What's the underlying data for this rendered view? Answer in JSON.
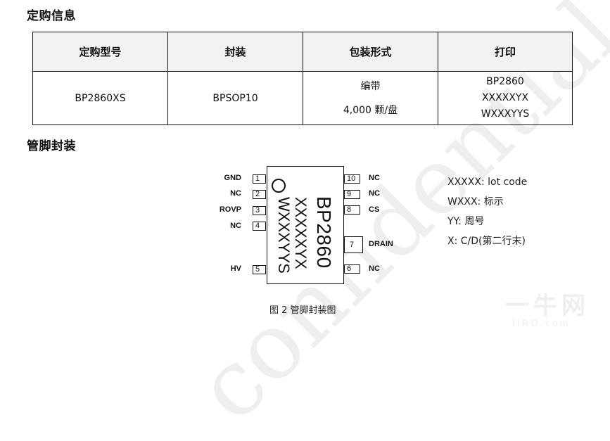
{
  "ordering": {
    "title": "定购信息",
    "headers": [
      "定购型号",
      "封装",
      "包装形式",
      "打印"
    ],
    "row": {
      "model": "BP2860XS",
      "package": "BPSOP10",
      "packing": [
        "编带",
        "4,000 颗/盘"
      ],
      "marking": [
        "BP2860",
        "XXXXXYX",
        "WXXXYYS"
      ]
    }
  },
  "pinout": {
    "title": "管脚封装",
    "chip_marking": [
      "BP2860",
      "XXXXXYX",
      "WXXXYYS"
    ],
    "left_pins": [
      {
        "num": "1",
        "name": "GND"
      },
      {
        "num": "2",
        "name": "NC"
      },
      {
        "num": "3",
        "name": "ROVP"
      },
      {
        "num": "4",
        "name": "NC"
      },
      {
        "num": "5",
        "name": "HV"
      }
    ],
    "right_pins": [
      {
        "num": "10",
        "name": "NC"
      },
      {
        "num": "9",
        "name": "NC"
      },
      {
        "num": "8",
        "name": "CS"
      },
      {
        "num": "7",
        "name": "DRAIN"
      },
      {
        "num": "6",
        "name": "NC"
      }
    ],
    "legend": [
      "XXXXX: lot code",
      "WXXX:  标示",
      "YY:  周号",
      "X:  C/D(第二行末)"
    ],
    "caption": "图 2  管脚封装图"
  },
  "watermark": {
    "text": "confidential",
    "logo_main": "一牛网",
    "logo_sub": "IIRD.com"
  }
}
